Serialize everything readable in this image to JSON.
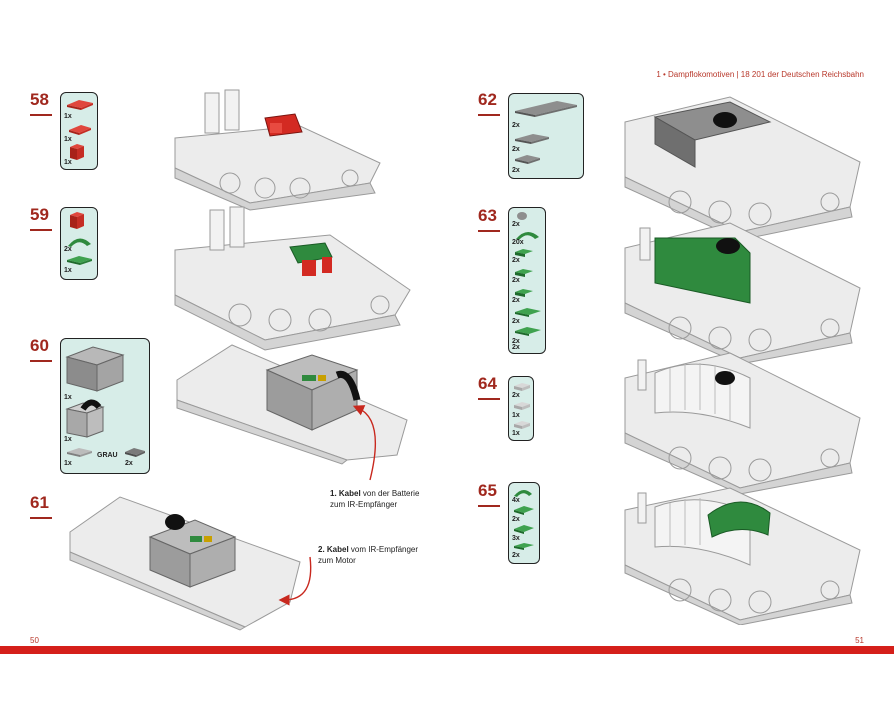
{
  "header": "1 • Dampflokomotiven  |  18 201 der Deutschen Reichsbahn",
  "page_left": "50",
  "page_right": "51",
  "colors": {
    "accent": "#a0281e",
    "bar": "#d51f1a",
    "parts_bg": "#d7ede8",
    "brick_red": "#d32a22",
    "brick_green": "#2f8a3e",
    "brick_grey": "#8c8c8c"
  },
  "steps": {
    "s58": {
      "num": "58",
      "qty": [
        "1x",
        "1x",
        "1x"
      ]
    },
    "s59": {
      "num": "59",
      "qty": [
        "2x",
        "1x"
      ]
    },
    "s60": {
      "num": "60",
      "qty": [
        "1x",
        "1x",
        "1x",
        "2x"
      ],
      "grau": "GRAU"
    },
    "s61": {
      "num": "61"
    },
    "s62": {
      "num": "62",
      "qty": [
        "2x",
        "2x",
        "2x"
      ]
    },
    "s63": {
      "num": "63",
      "qty": [
        "2x",
        "20x",
        "2x",
        "2x",
        "2x",
        "2x",
        "2x",
        "2x"
      ]
    },
    "s64": {
      "num": "64",
      "qty": [
        "2x",
        "1x",
        "1x"
      ]
    },
    "s65": {
      "num": "65",
      "qty": [
        "4x",
        "2x",
        "3x",
        "2x"
      ]
    }
  },
  "callouts": {
    "c1_bold": "1. Kabel",
    "c1_rest": " von der Batterie",
    "c1_line2": "zum IR-Empfänger",
    "c2_bold": "2. Kabel",
    "c2_rest": " vom IR-Empfänger",
    "c2_line2": "zum Motor"
  }
}
